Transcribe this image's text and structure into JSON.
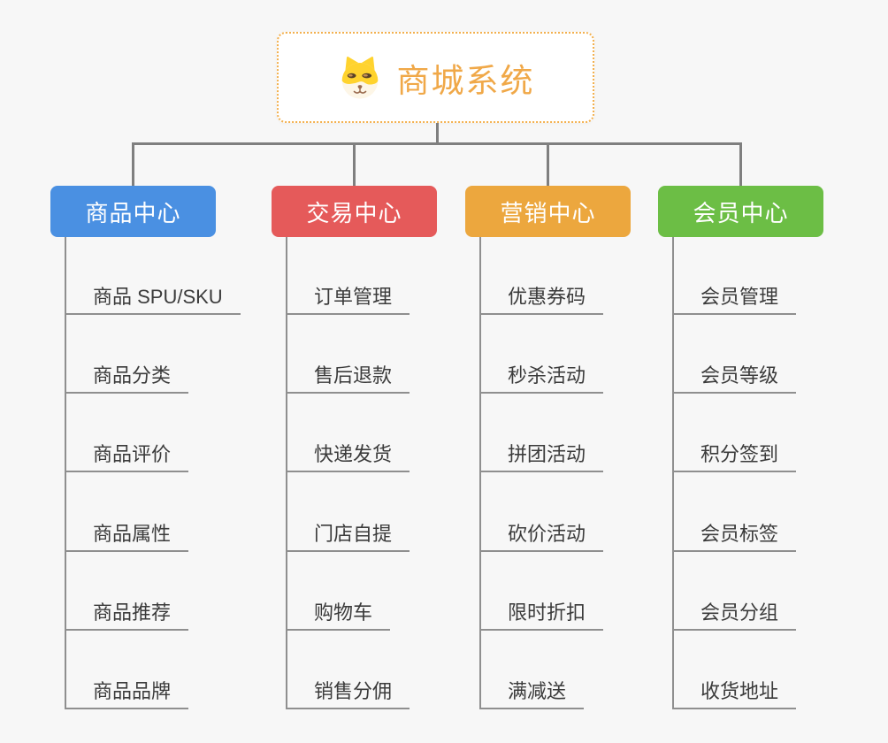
{
  "root": {
    "title": "商城系统",
    "icon": "dog-face-icon",
    "title_color": "#f0a848",
    "border_color": "#f3b04e"
  },
  "branches": [
    {
      "label": "商品中心",
      "color": "#4a90e2",
      "children": [
        "商品 SPU/SKU",
        "商品分类",
        "商品评价",
        "商品属性",
        "商品推荐",
        "商品品牌"
      ]
    },
    {
      "label": "交易中心",
      "color": "#e55a5a",
      "children": [
        "订单管理",
        "售后退款",
        "快递发货",
        "门店自提",
        "购物车",
        "销售分佣"
      ]
    },
    {
      "label": "营销中心",
      "color": "#eca73e",
      "children": [
        "优惠券码",
        "秒杀活动",
        "拼团活动",
        "砍价活动",
        "限时折扣",
        "满减送"
      ]
    },
    {
      "label": "会员中心",
      "color": "#6cbe45",
      "children": [
        "会员管理",
        "会员等级",
        "积分签到",
        "会员标签",
        "会员分组",
        "收货地址"
      ]
    }
  ],
  "colors": {
    "background": "#f7f7f7",
    "connector": "#7f7f7f",
    "child_line": "#8f8f8f",
    "child_text": "#3b3b3b"
  }
}
